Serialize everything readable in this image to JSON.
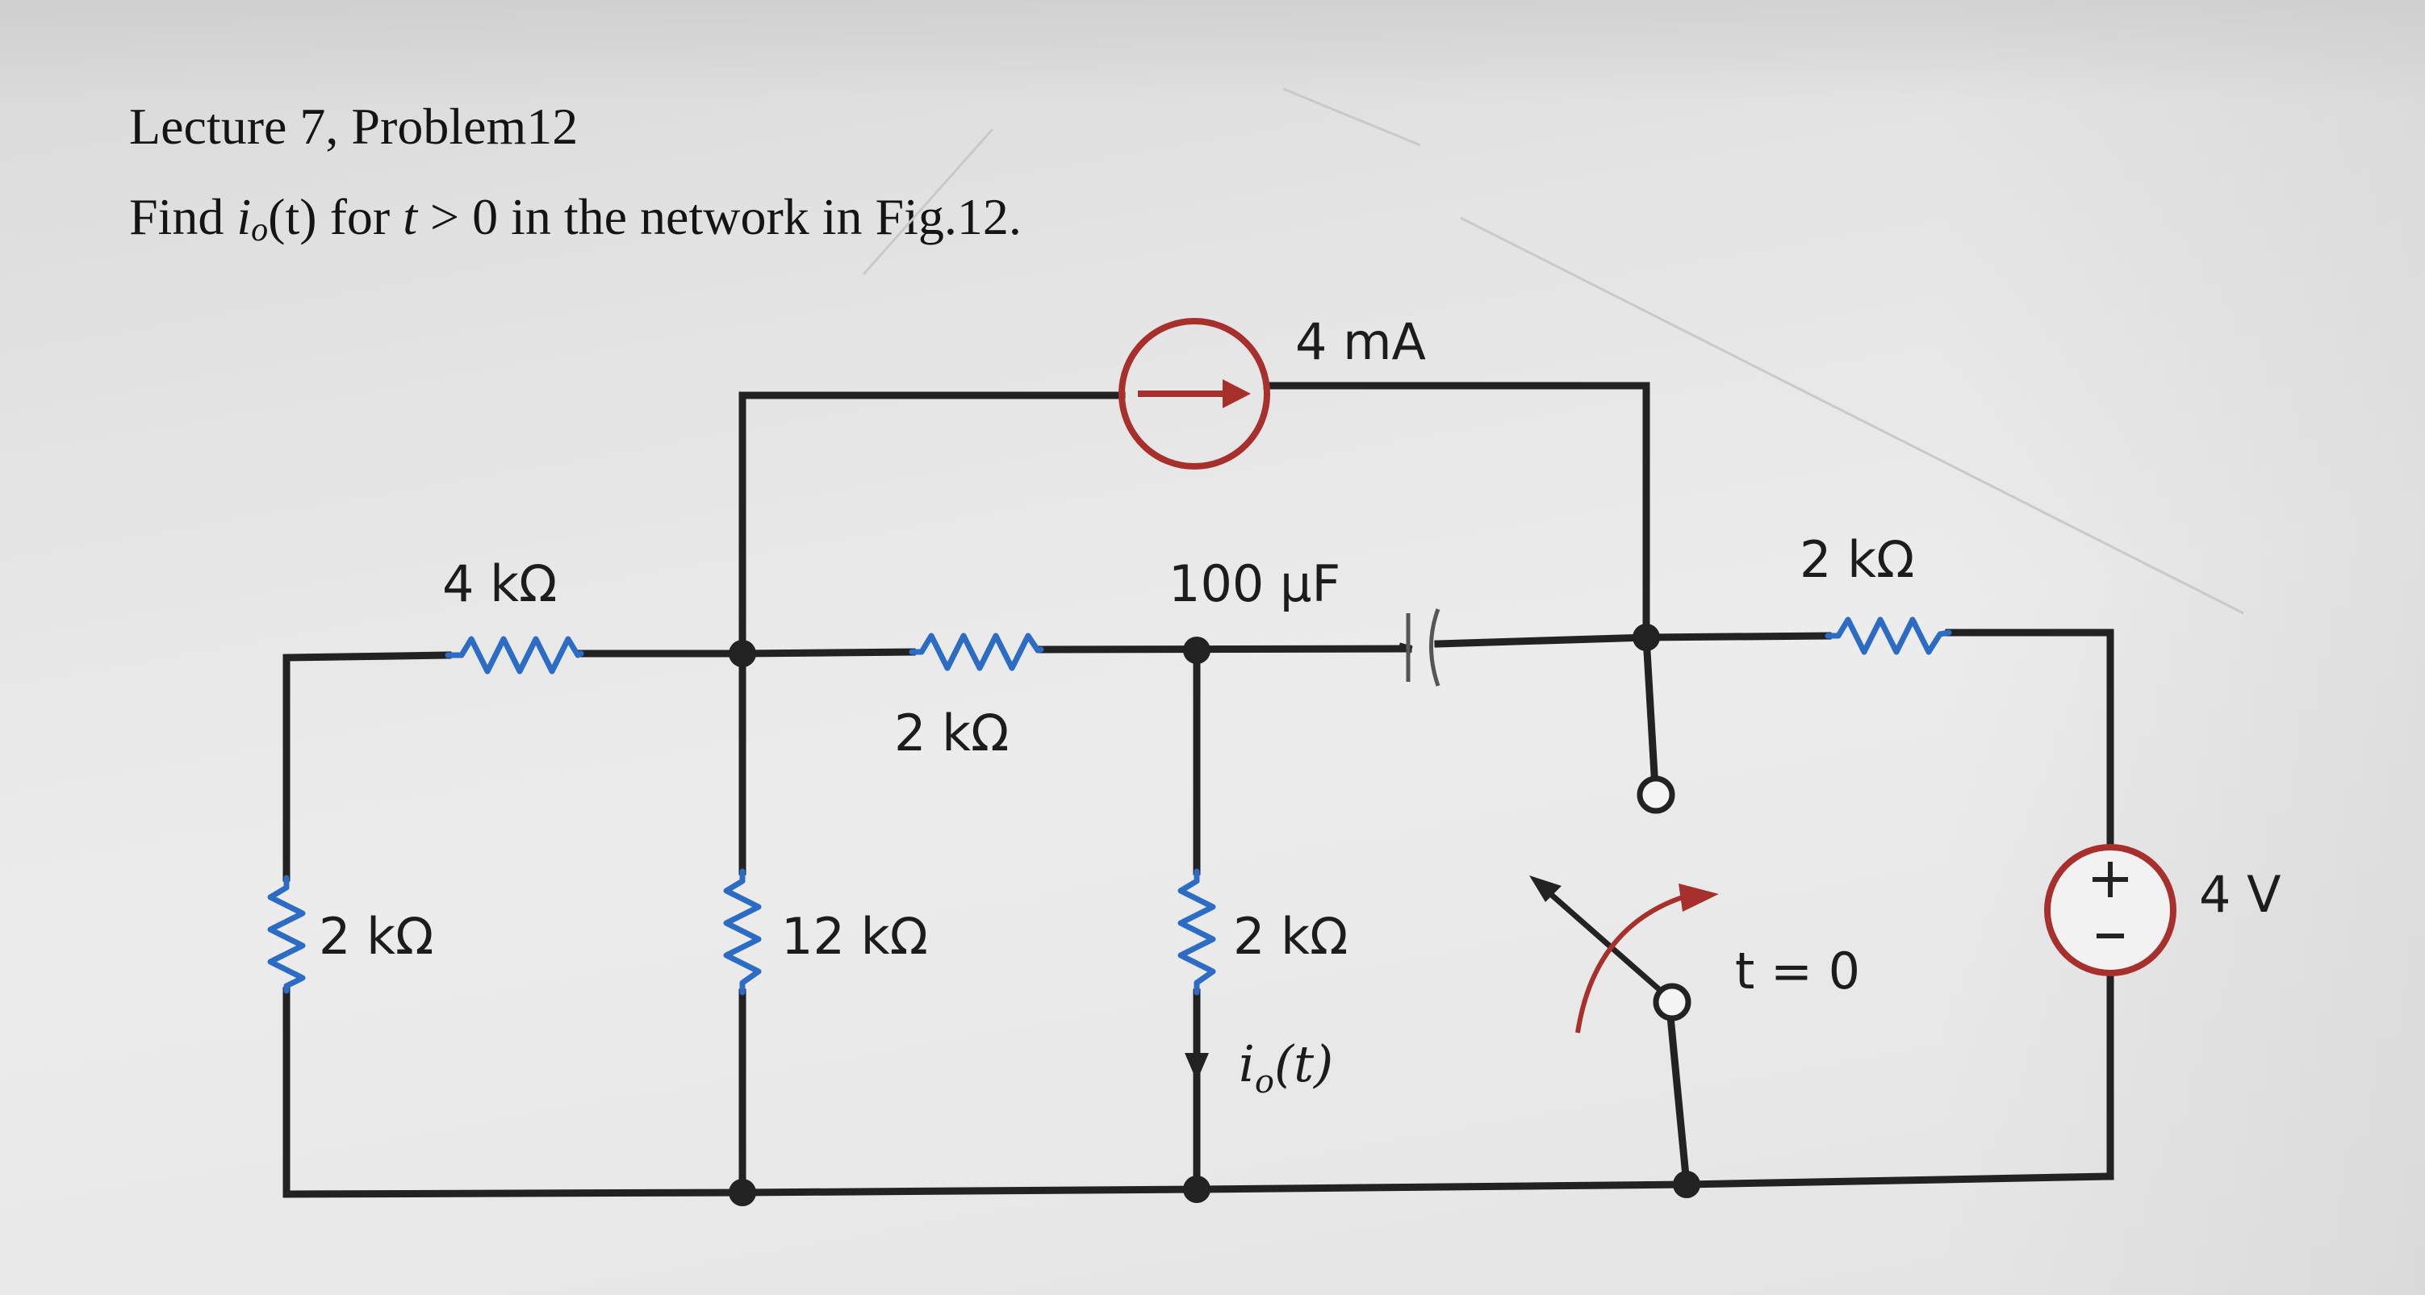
{
  "problem": {
    "heading": "Lecture 7, Problem12",
    "question_prefix": "Find ",
    "question_var": "i",
    "question_sub": "o",
    "question_mid": "(t) for ",
    "question_t": "t",
    "question_suffix": " > 0 in the network in Fig.12."
  },
  "circuit": {
    "current_source": "4 mA",
    "resistor_top_left": "4 kΩ",
    "resistor_left_vertical": "2 kΩ",
    "resistor_middle_horizontal": "2 kΩ",
    "resistor_center_vertical": "12 kΩ",
    "capacitor": "100 μF",
    "resistor_output_vertical": "2 kΩ",
    "output_current_label": "i_o(t)",
    "resistor_right": "2 kΩ",
    "switch_label": "t = 0",
    "voltage_source": "4 V",
    "colors": {
      "wire": "#222222",
      "resistor": "#2d6cc4",
      "source": "#a8302c"
    }
  }
}
